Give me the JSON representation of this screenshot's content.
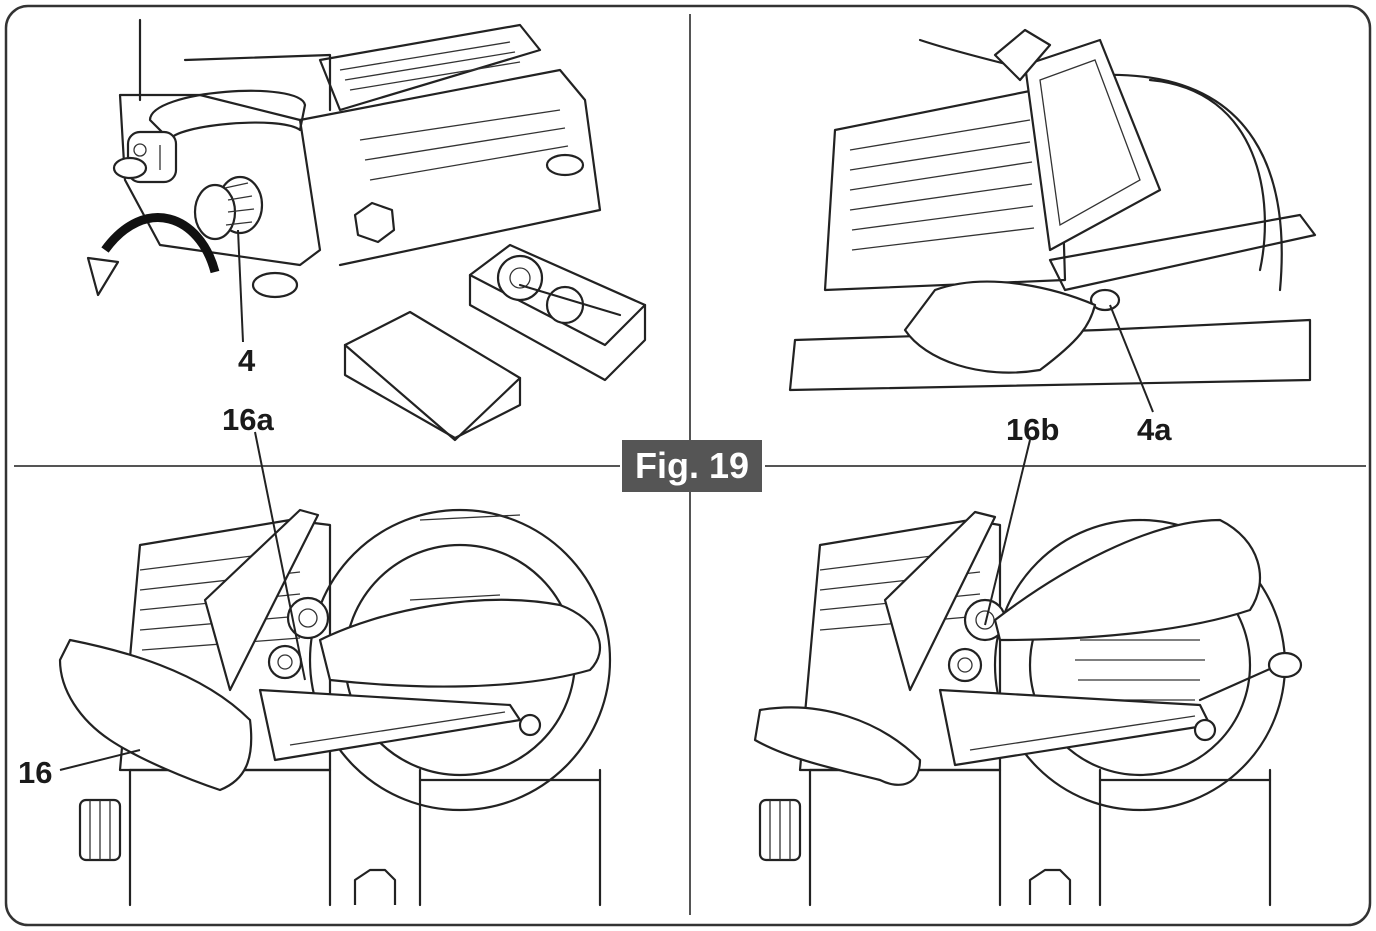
{
  "figure": {
    "badge": "Fig. 19",
    "badge_color": "#555555"
  },
  "callouts": {
    "knob": "4",
    "knob_alt": "4a",
    "sharpener_lever": "16",
    "button_a": "16a",
    "button_b": "16b"
  },
  "icons": {
    "rotation": "curved-arrow-icon"
  }
}
